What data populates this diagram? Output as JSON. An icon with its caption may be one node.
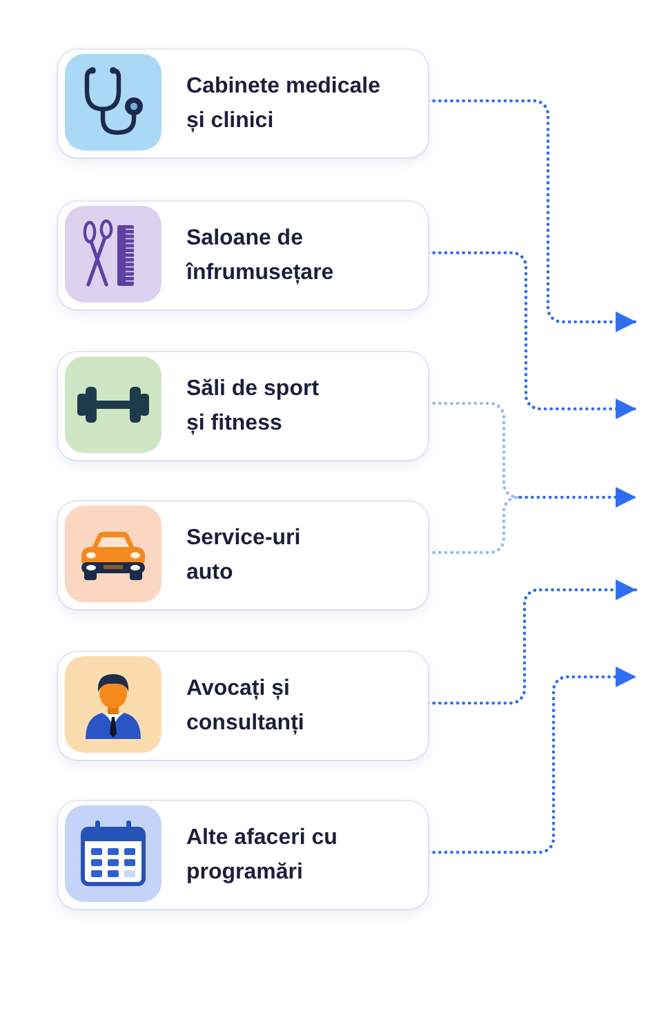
{
  "diagram": {
    "nodes": [
      {
        "text": [
          "Cabinete medicale și clinici"
        ]
      },
      {
        "text": [
          "Saloane de înfrumusețare"
        ]
      },
      {
        "text": [
          "Săli de sport și fitness"
        ]
      },
      {
        "text": [
          "Service-uri auto"
        ]
      },
      {
        "text": [
          "Avocați și consultanți"
        ]
      },
      {
        "text": [
          "Alte afaceri cu programări"
        ]
      }
    ],
    "edges": [
      {
        "from": 0,
        "to": null,
        "arrow": "to"
      },
      {
        "from": 1,
        "to": null,
        "arrow": "to"
      },
      {
        "from": 2,
        "to": null,
        "arrow": "to",
        "color": "#9db7f1"
      },
      {
        "from": 3,
        "to": null,
        "arrow": "to",
        "color": "#9db7f1"
      },
      {
        "from": 4,
        "to": null,
        "arrow": "to"
      },
      {
        "from": 5,
        "to": null,
        "arrow": "to"
      }
    ]
  }
}
